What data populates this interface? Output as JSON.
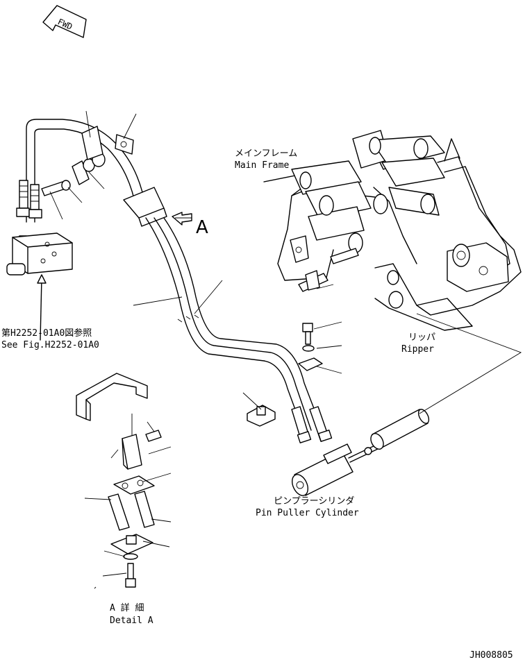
{
  "fwd_label": "FWD",
  "view_marker": "A",
  "labels": {
    "main_frame_jp": "メインフレーム",
    "main_frame_en": "Main Frame",
    "ripper_jp": "リッパ",
    "ripper_en": "Ripper",
    "see_fig_jp": "第H2252-01A0図参照",
    "see_fig_en": "See Fig.H2252-01A0",
    "pin_puller_jp": "ピンプラーシリンダ",
    "pin_puller_en": "Pin Puller Cylinder",
    "detail_jp": "A 詳 細",
    "detail_en": "Detail A"
  },
  "drawing_id": "JH008805"
}
